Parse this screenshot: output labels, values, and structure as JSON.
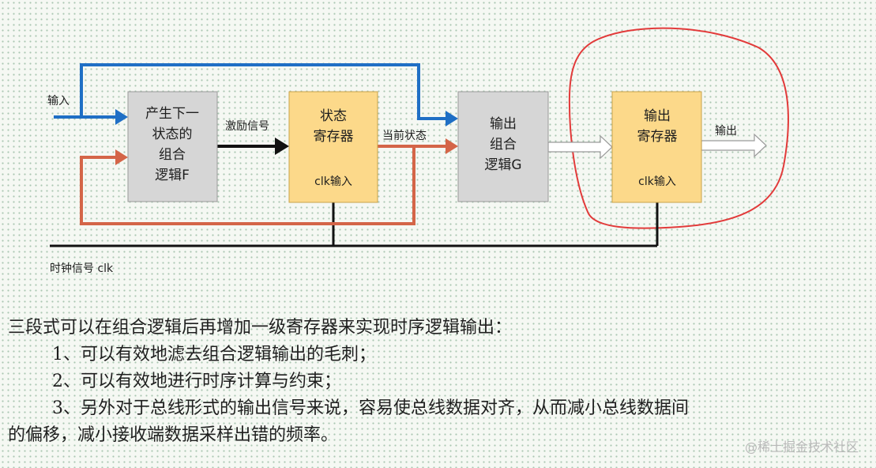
{
  "colors": {
    "blue": "#1f6fc5",
    "red": "#d46548",
    "black": "#111111",
    "gray_box": "#d6d6d6",
    "yellow_box": "#fcd98a",
    "circle": "#e23a3a"
  },
  "blocks": {
    "next_state": {
      "lines": [
        "产生下一",
        "状态的",
        "组合",
        "逻辑F"
      ]
    },
    "state_reg": {
      "lines": [
        "状态",
        "寄存器"
      ],
      "clk": "clk输入"
    },
    "output_logic": {
      "lines": [
        "输出",
        "组合",
        "逻辑G"
      ]
    },
    "output_reg": {
      "lines": [
        "输出",
        "寄存器"
      ],
      "clk": "clk输入"
    }
  },
  "labels": {
    "input": "输入",
    "excite": "激励信号",
    "current_state": "当前状态",
    "output": "输出",
    "clock": "时钟信号 clk"
  },
  "description": {
    "intro": "三段式可以在组合逻辑后再增加一级寄存器来实现时序逻辑输出：",
    "items": [
      "1、可以有效地滤去组合逻辑输出的毛刺；",
      "2、可以有效地进行时序计算与约束；",
      "3、另外对于总线形式的输出信号来说，容易使总线数据对齐，从而减小总线数据间"
    ],
    "continuation": "的偏移，减小接收端数据采样出错的频率。"
  },
  "watermark": "@稀土掘金技术社区"
}
